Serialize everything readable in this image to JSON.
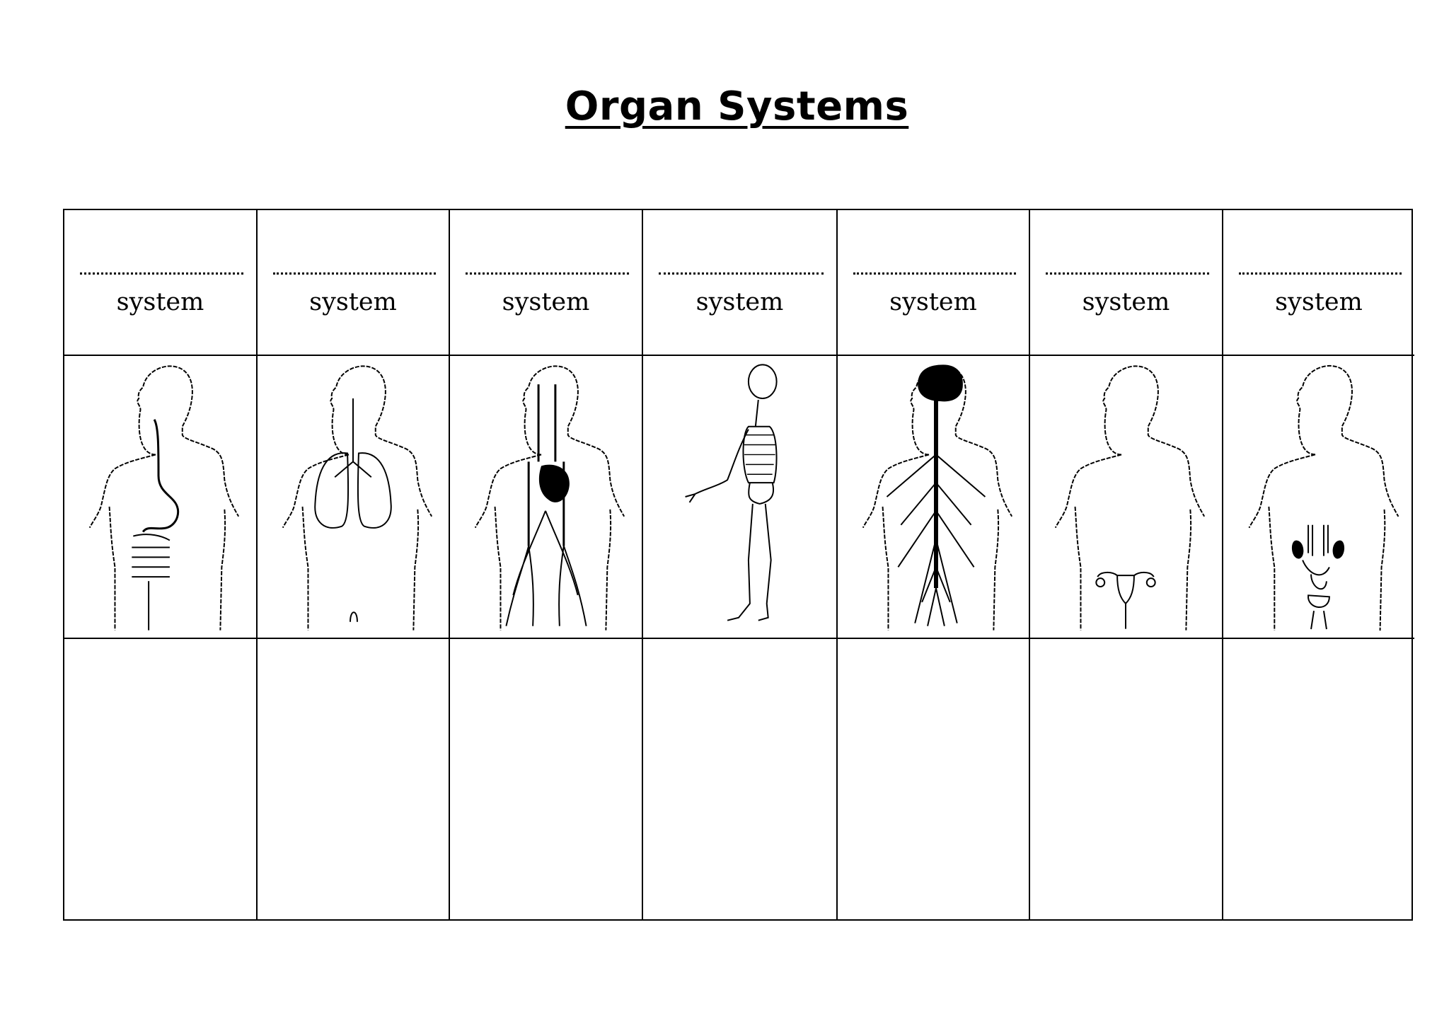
{
  "title": "Organ Systems",
  "columns": [
    {
      "suffix": "system",
      "figure": "digestive-system-figure"
    },
    {
      "suffix": "system",
      "figure": "respiratory-system-figure"
    },
    {
      "suffix": "system",
      "figure": "circulatory-system-figure"
    },
    {
      "suffix": "system",
      "figure": "skeletal-system-figure"
    },
    {
      "suffix": "system",
      "figure": "nervous-system-figure"
    },
    {
      "suffix": "system",
      "figure": "reproductive-system-figure"
    },
    {
      "suffix": "system",
      "figure": "excretory-system-figure"
    }
  ]
}
